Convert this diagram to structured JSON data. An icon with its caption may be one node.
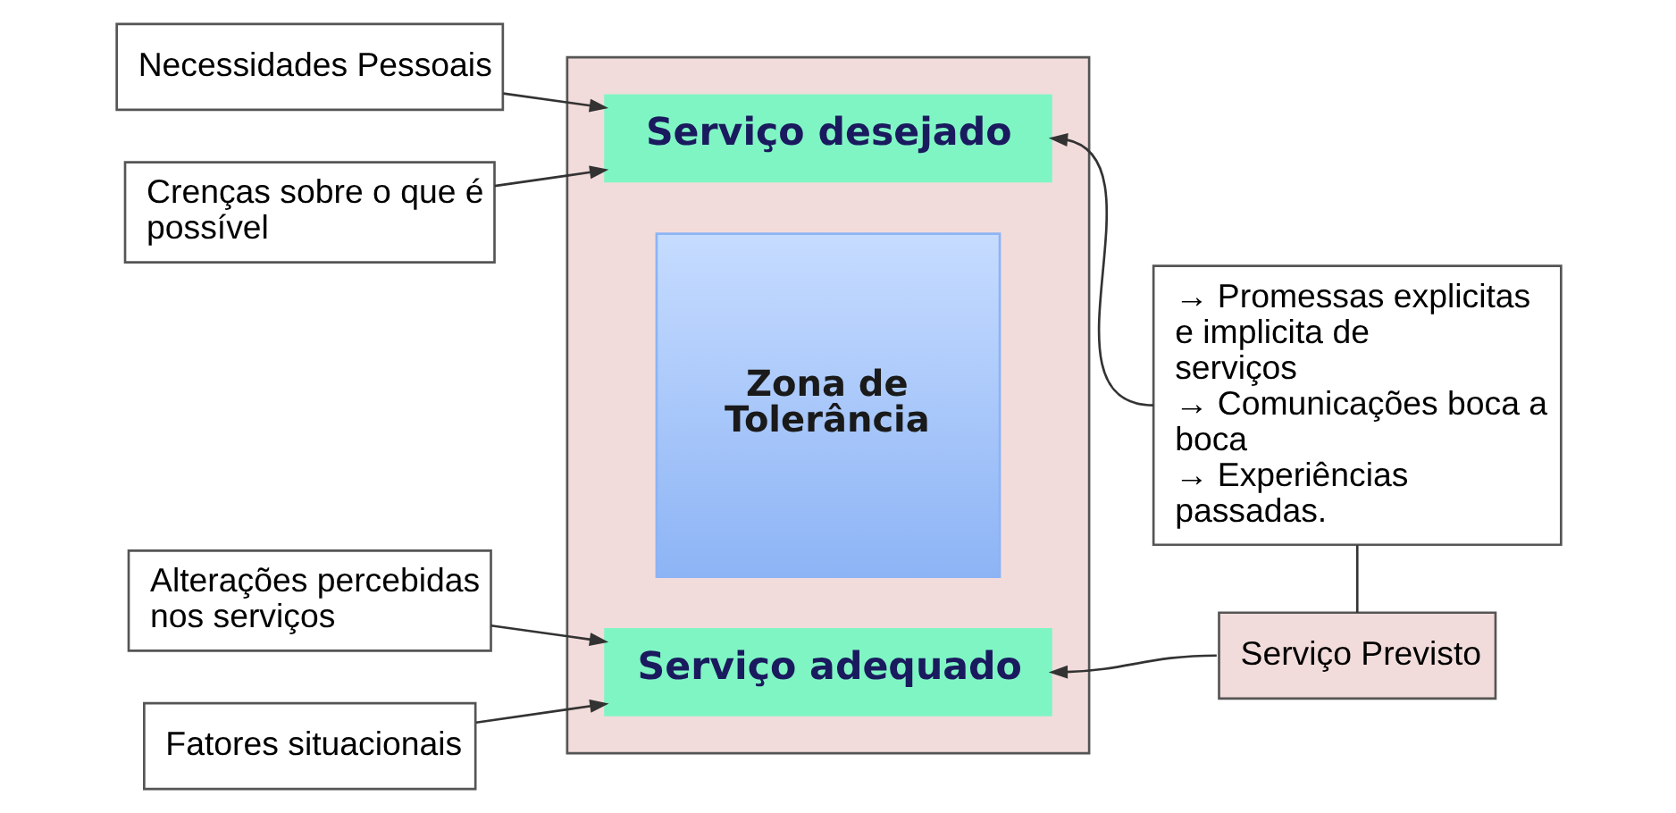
{
  "diagram": {
    "nodes": [
      {
        "text": [],
        "shape": "box"
      },
      {
        "text": [
          "Serviço desejado"
        ],
        "in": 0
      },
      {
        "text": [
          "Zona de Tolerância"
        ],
        "in": 0
      },
      {
        "text": [
          "Serviço adequado"
        ],
        "in": 0
      },
      {
        "text": [
          "Necessidades Pessoais"
        ]
      },
      {
        "text": [
          "Crenças sobre o que é possível"
        ]
      },
      {
        "text": [
          "→ Promessas explicitas e implicita de serviços",
          "→ Comunicações boca a boca",
          "→ Experiências passadas."
        ]
      },
      {
        "text": [
          "Alterações percebidas nos serviços"
        ]
      },
      {
        "text": [
          "Fatores situacionais"
        ]
      },
      {
        "text": [
          "Serviço Previsto"
        ]
      }
    ],
    "edges": [
      {
        "from": 4,
        "to": 1,
        "arrow": "to"
      },
      {
        "from": 5,
        "to": 1,
        "arrow": "to"
      },
      {
        "from": 6,
        "to": 1,
        "arrow": "to"
      },
      {
        "from": 6,
        "to": 9,
        "arrow": "none"
      },
      {
        "from": 7,
        "to": 3,
        "arrow": "to"
      },
      {
        "from": 8,
        "to": 3,
        "arrow": "to"
      },
      {
        "from": 9,
        "to": 3,
        "arrow": "to"
      }
    ]
  }
}
